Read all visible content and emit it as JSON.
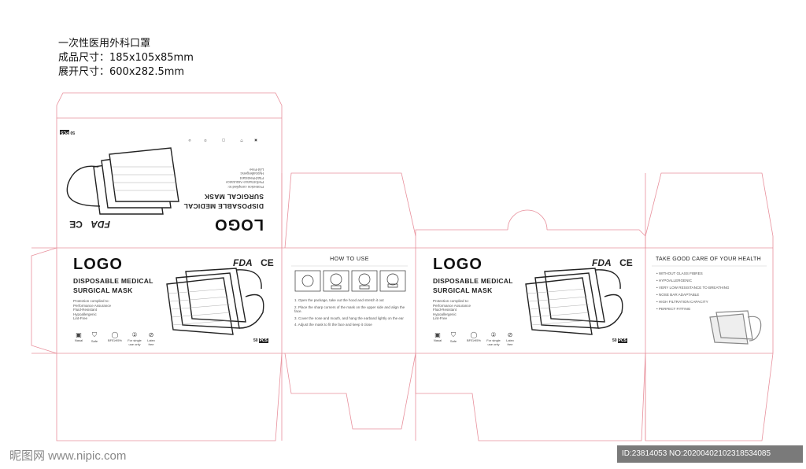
{
  "specs": {
    "line1": "一次性医用外科口罩",
    "line2": "成品尺寸：185x105x85mm",
    "line3": "展开尺寸：600x282.5mm"
  },
  "front": {
    "logo": "LOGO",
    "title_line1": "DISPOSABLE MEDICAL",
    "title_line2": "SURGICAL MASK",
    "protection": [
      "Protection complied to:",
      "Performance Assurance",
      "Fluid-Resistant",
      "Hypoallergenic",
      "Lint-Free"
    ],
    "fda": "FDA",
    "ce": "CE",
    "pcs_count": "50",
    "pcs_label": "PCS",
    "icons": [
      "Nasal",
      "Safe",
      "BFE≥95%",
      "For single use only",
      "Latex free"
    ]
  },
  "howto": {
    "title": "HOW TO USE",
    "steps": [
      "1. Open the package, take out the hood and stretch it out",
      "2. Place the sharp corners of the mask on the upper side and align the face.",
      "3. Cover the nose and mouth, and hang the earband lightly on the ear",
      "4. Adjust the mask to fit the face and keep it close"
    ]
  },
  "care": {
    "title": "TAKE GOOD CARE OF YOUR HEALTH",
    "items": [
      "WITHOUT GLASS FIBRES",
      "HYPOALLERGENIC",
      "VERY LOW RESISTANCE TO BREATHING",
      "NOSE BAR ADAPTABLE",
      "HIGH FILTRATION CAPACITY",
      "PERFECT FITTING"
    ]
  },
  "footer": {
    "watermark": "昵图网 www.nipic.com",
    "id": "ID:23814053 NO:20200402102318534085"
  },
  "colors": {
    "dieline": "#e8909c",
    "ink": "#222222"
  }
}
